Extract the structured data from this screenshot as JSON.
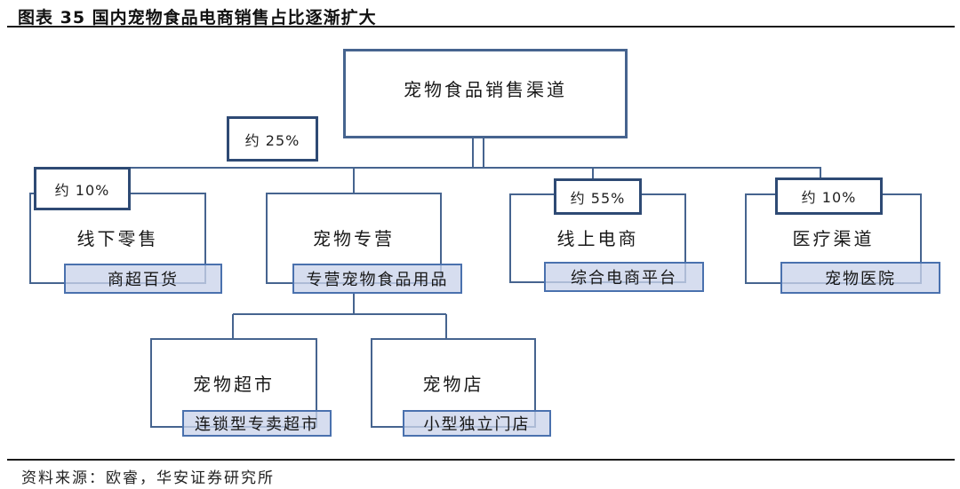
{
  "header": {
    "title": "图表 35 国内宠物食品电商销售占比逐渐扩大"
  },
  "footer": {
    "source": "资料来源：欧睿，华安证券研究所"
  },
  "colors": {
    "box_border": "#46648f",
    "percent_box_border": "#2e4a74",
    "shaded_fill": "#cdd5ea",
    "shaded_border": "#4a71ae",
    "connector": "#46648f",
    "text": "#1c1c1c"
  },
  "chart_data": {
    "type": "tree",
    "title": "图表 35 国内宠物食品电商销售占比逐渐扩大",
    "root": "宠物食品销售渠道",
    "nodes": [
      {
        "label": "线下零售",
        "share": "约 10%",
        "sub": "商超百货"
      },
      {
        "label": "宠物专营",
        "share": "约 25%",
        "sub": "专营宠物食品用品",
        "children": [
          {
            "label": "宠物超市",
            "sub": "连锁型专卖超市"
          },
          {
            "label": "宠物店",
            "sub": "小型独立门店"
          }
        ]
      },
      {
        "label": "线上电商",
        "share": "约 55%",
        "sub": "综合电商平台"
      },
      {
        "label": "医疗渠道",
        "share": "约 10%",
        "sub": "宠物医院"
      }
    ],
    "source": "资料来源：欧睿，华安证券研究所"
  }
}
